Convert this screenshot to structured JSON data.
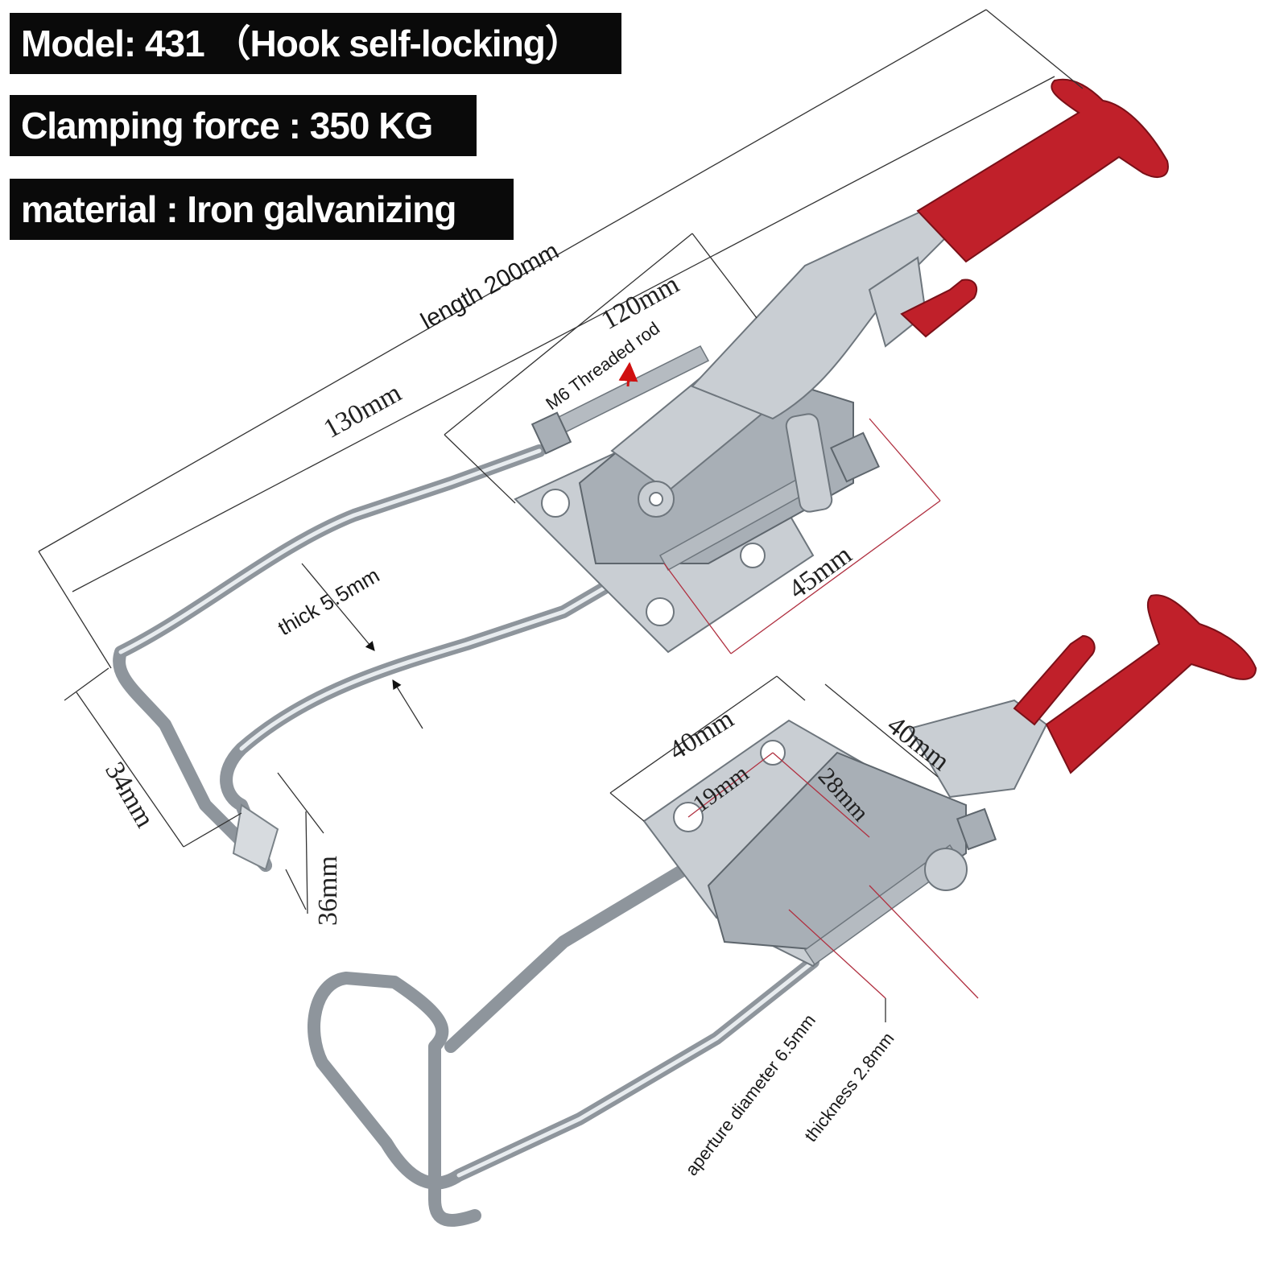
{
  "labels": {
    "model": "Model: 431 （Hook self-locking）",
    "clamping_force": "Clamping force : 350 KG",
    "material": "material : Iron galvanizing"
  },
  "dimensions": {
    "length_total": "length 200mm",
    "length_130": "130mm",
    "length_120": "120mm",
    "threaded_rod": "M6 Threaded rod",
    "width_45": "45mm",
    "wire_thick": "thick 5.5mm",
    "hook_34": "34mm",
    "hook_36": "36mm",
    "base_40_a": "40mm",
    "base_40_b": "40mm",
    "hole_19": "19mm",
    "hole_28": "28mm",
    "aperture": "aperture diameter 6.5mm",
    "thickness": "thickness 2.8mm"
  },
  "colors": {
    "label_bg": "#0a0a0a",
    "label_text": "#ffffff",
    "handle_red": "#c0202a",
    "metal": "#c9ced3"
  }
}
